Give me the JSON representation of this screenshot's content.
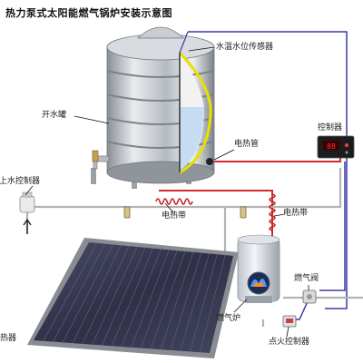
{
  "title": "热力泵式太阳能燃气锅炉安装示意图",
  "labels": {
    "level_sensor": "水温水位传感器",
    "open_tank": "开水罐",
    "heating_tube": "电热管",
    "controller": "控制器",
    "inlet_controller": "上水控制器",
    "heat_tape_1": "电热带",
    "heat_tape_2": "电热带",
    "gas_valve": "燃气阀",
    "gas_boiler": "燃气炉",
    "ignition_controller": "点火控制器",
    "collector": "光热器"
  },
  "controller_display": "88",
  "colors": {
    "hot_pipe": "#d42a2a",
    "cold_pipe": "#b3b3b3",
    "signal_wire": "#3a3aa8",
    "sensor_outline": "#e8e000",
    "water": "#c6dcf2",
    "panel": "#3b3b55"
  }
}
